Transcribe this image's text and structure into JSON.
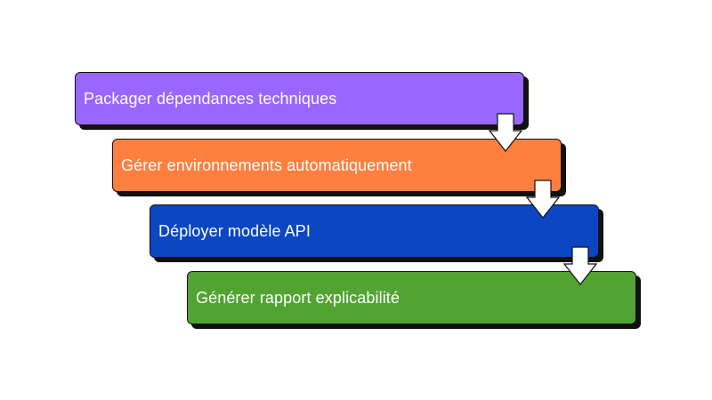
{
  "diagram": {
    "type": "staircase-process",
    "steps": [
      {
        "label": "Packager dépendances techniques",
        "color": "#9966ff"
      },
      {
        "label": "Gérer environnements automatiquement",
        "color": "#ff7f3f"
      },
      {
        "label": "Déployer modèle API",
        "color": "#0b46c3"
      },
      {
        "label": "Générer rapport explicabilité",
        "color": "#52a432"
      }
    ],
    "connectors": [
      {
        "icon": "down-arrow-icon",
        "from": 0,
        "to": 1
      },
      {
        "icon": "down-arrow-icon",
        "from": 1,
        "to": 2
      },
      {
        "icon": "down-arrow-icon",
        "from": 2,
        "to": 3
      }
    ]
  }
}
